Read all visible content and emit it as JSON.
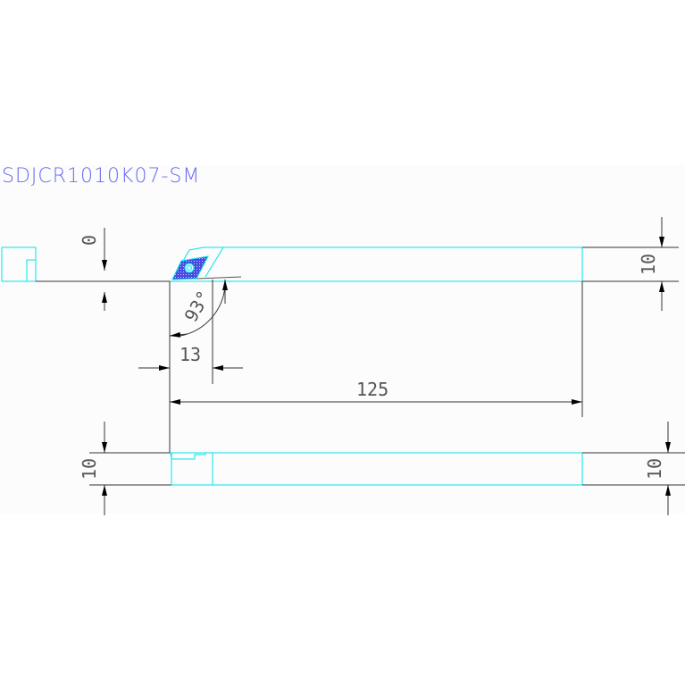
{
  "title": "SDJCR1010K07-SM",
  "dimensions": {
    "offset": "0",
    "angle": "93°",
    "head_width": "13",
    "length": "125",
    "height_top": "10",
    "height_bottom_left": "10",
    "height_bottom_right": "10"
  },
  "colors": {
    "outline": "#00e5ee",
    "dim": "#333333",
    "title": "#6a6af0",
    "insert": "#4a4ae0"
  }
}
